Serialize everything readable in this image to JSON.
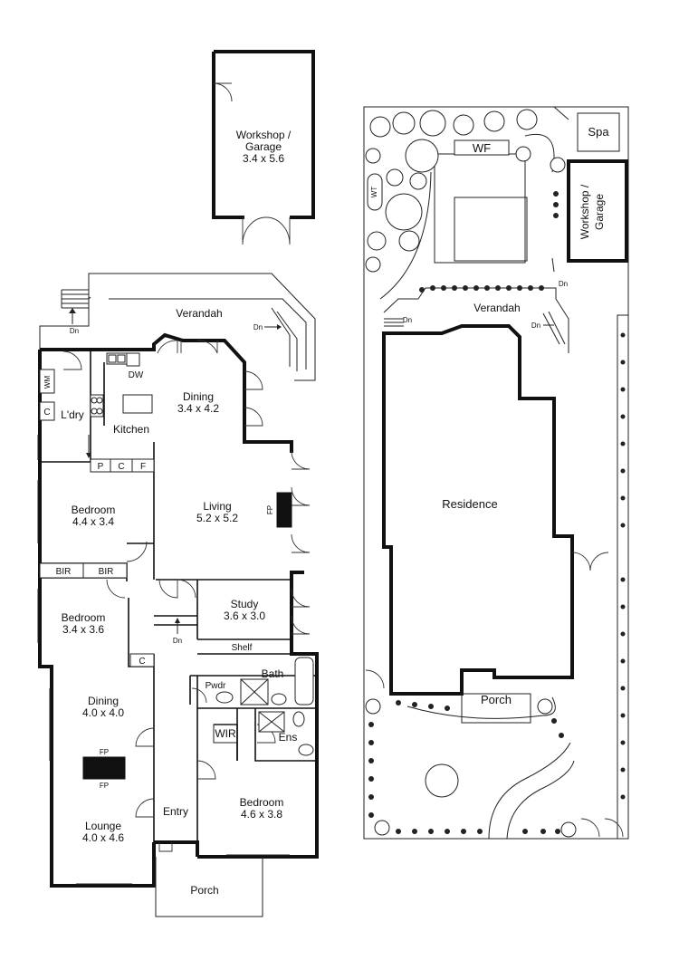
{
  "floor_plan": {
    "workshop": {
      "name": "Workshop /",
      "name2": "Garage",
      "size": "3.4 x 5.6"
    },
    "verandah": "Verandah",
    "dn": "Dn",
    "dining_rear": {
      "name": "Dining",
      "size": "3.4 x 4.2"
    },
    "kitchen": "Kitchen",
    "dw": "DW",
    "laundry": "L'dry",
    "wm": "WM",
    "c": "C",
    "p": "P",
    "f": "F",
    "living": {
      "name": "Living",
      "size": "5.2 x 5.2"
    },
    "fp": "FP",
    "bedroom1": {
      "name": "Bedroom",
      "size": "4.4 x 3.4"
    },
    "bir": "BIR",
    "bedroom2": {
      "name": "Bedroom",
      "size": "3.4 x 3.6"
    },
    "study": {
      "name": "Study",
      "size": "3.6 x 3.0"
    },
    "shelf": "Shelf",
    "pwdr": "Pwdr",
    "bath": "Bath",
    "wir": "WIR",
    "ens": "Ens",
    "dining_front": {
      "name": "Dining",
      "size": "4.0 x 4.0"
    },
    "lounge": {
      "name": "Lounge",
      "size": "4.0 x 4.6"
    },
    "entry": "Entry",
    "bedroom3": {
      "name": "Bedroom",
      "size": "4.6 x 3.8"
    },
    "porch": "Porch"
  },
  "site_plan": {
    "spa": "Spa",
    "wf": "WF",
    "wt": "WT",
    "workshop": "Workshop /",
    "garage": "Garage",
    "verandah": "Verandah",
    "dn": "Dn",
    "residence": "Residence",
    "porch": "Porch"
  }
}
